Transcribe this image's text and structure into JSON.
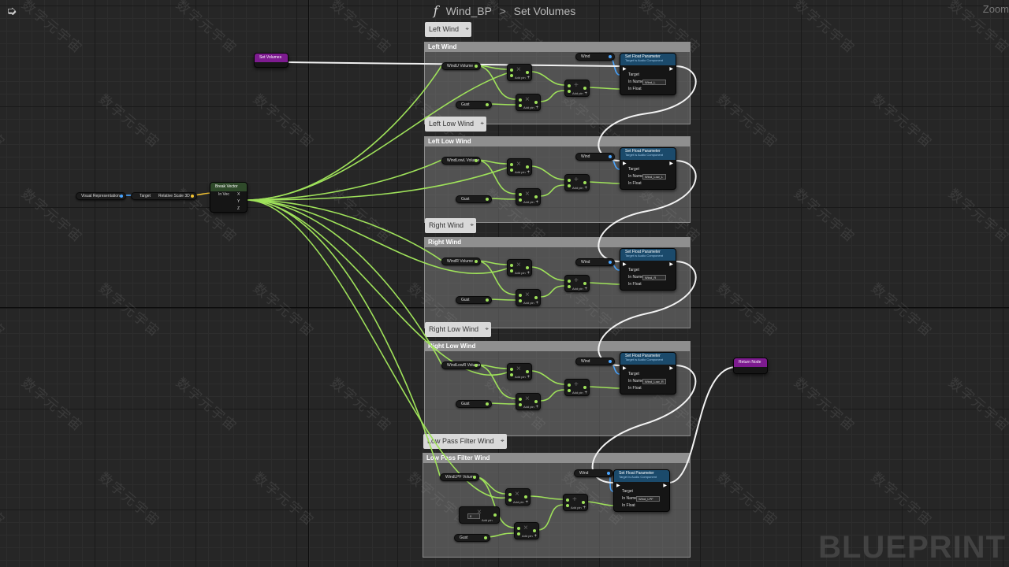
{
  "breadcrumb": {
    "function_glyph": "f",
    "asset": "Wind_BP",
    "separator": ">",
    "function": "Set Volumes"
  },
  "zoom_label": "Zoom",
  "watermark": "BLUEPRINT",
  "watermark_chars": "数字元宇宙",
  "colors": {
    "background": "#262626",
    "exec_wire": "#f2f2f2",
    "float_wire": "#9fe25a",
    "object_wire": "#4aa5ff",
    "struct_wire": "#f2c232",
    "entry_node": "#7d1b8f",
    "function_node": "#1b4a6b"
  },
  "entry_node": {
    "title": "Set Volumes"
  },
  "return_node": {
    "title": "Return Node"
  },
  "get_var_node": {
    "label": "Visual Representation"
  },
  "get_scale_node": {
    "target_label": "Target",
    "output_label": "Relative Scale 3D"
  },
  "break_vector": {
    "title": "Break Vector",
    "input": "In Vec",
    "outputs": [
      "X",
      "Y",
      "Z"
    ]
  },
  "groups": [
    {
      "bubble": "Left Wind",
      "header": "Left Wind",
      "volume_var": "WindU Volume",
      "gust_var": "Gust",
      "wind_var": "Wind",
      "set_node": {
        "title": "Set Float Parameter",
        "subtitle": "Target is Audio Component",
        "target": "Target",
        "in_name": "In Name",
        "in_name_value": "Wind_L",
        "in_float": "In Float"
      },
      "math_label": "Add pin"
    },
    {
      "bubble": "Left Low Wind",
      "header": "Left Low Wind",
      "volume_var": "WindLowL Volume",
      "gust_var": "Gust",
      "wind_var": "Wind",
      "set_node": {
        "title": "Set Float Parameter",
        "subtitle": "Target is Audio Component",
        "target": "Target",
        "in_name": "In Name",
        "in_name_value": "Wind_Low_L",
        "in_float": "In Float"
      },
      "math_label": "Add pin"
    },
    {
      "bubble": "Right Wind",
      "header": "Right Wind",
      "volume_var": "WindR Volume",
      "gust_var": "Gust",
      "wind_var": "Wind",
      "set_node": {
        "title": "Set Float Parameter",
        "subtitle": "Target is Audio Component",
        "target": "Target",
        "in_name": "In Name",
        "in_name_value": "Wind_R",
        "in_float": "In Float"
      },
      "math_label": "Add pin"
    },
    {
      "bubble": "Right Low Wind",
      "header": "Right Low Wind",
      "volume_var": "WindLowR Volume",
      "gust_var": "Gust",
      "wind_var": "Wind",
      "set_node": {
        "title": "Set Float Parameter",
        "subtitle": "Target is Audio Component",
        "target": "Target",
        "in_name": "In Name",
        "in_name_value": "Wind_Low_R",
        "in_float": "In Float"
      },
      "math_label": "Add pin"
    },
    {
      "bubble": "Low Pass Filter Wind",
      "header": "Low Pass Filter Wind",
      "volume_var": "WindLPF Volume",
      "gust_var": "Gust",
      "wind_var": "Wind",
      "set_node": {
        "title": "Set Float Parameter",
        "subtitle": "Target is Audio Component",
        "target": "Target",
        "in_name": "In Name",
        "in_name_value": "Wind_LPF",
        "in_float": "In Float"
      },
      "math_label": "Add pin",
      "extra_input": "0"
    }
  ]
}
